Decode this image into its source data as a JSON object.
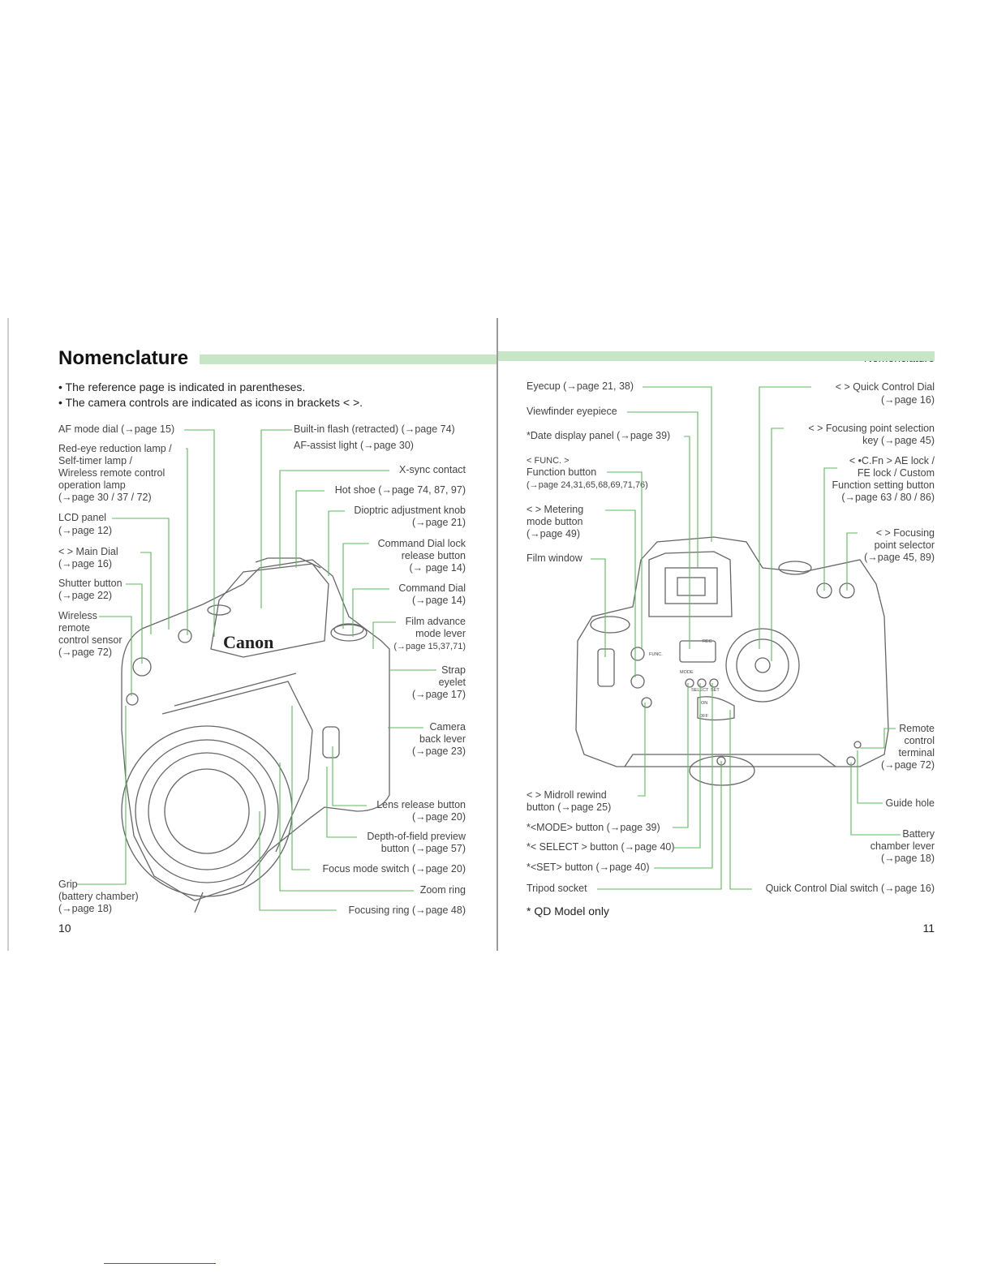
{
  "left_page": {
    "title": "Nomenclature",
    "bullets": [
      "• The reference page is indicated in parentheses.",
      "• The camera controls are indicated as icons in brackets <   >."
    ],
    "labels": {
      "af_mode_dial": "AF mode dial (→page 15)",
      "red_eye_1": "Red-eye reduction lamp /",
      "red_eye_2": "Self-timer lamp /",
      "red_eye_3": "Wireless remote control",
      "red_eye_4": "operation lamp",
      "red_eye_5": "(→page 30 / 37 / 72)",
      "lcd_1": "LCD panel",
      "lcd_2": "(→page 12)",
      "main_dial_1": "< > Main Dial",
      "main_dial_2": "(→page 16)",
      "shutter_1": "Shutter button",
      "shutter_2": "(→page 22)",
      "wireless_1": "Wireless",
      "wireless_2": "remote",
      "wireless_3": "control sensor",
      "wireless_4": "(→page 72)",
      "grip_1": "Grip",
      "grip_2": "(battery chamber)",
      "grip_3": "(→page 18)",
      "flash": "Built-in flash (retracted) (→page 74)",
      "af_assist": "AF-assist light (→page 30)",
      "xsync": "X-sync contact",
      "hotshoe": "Hot shoe (→page 74, 87, 97)",
      "dioptric_1": "Dioptric adjustment knob",
      "dioptric_2": "(→page 21)",
      "cmd_lock_1": "Command Dial lock",
      "cmd_lock_2": "release button",
      "cmd_lock_3": "(→ page 14)",
      "cmd_dial_1": "Command Dial",
      "cmd_dial_2": "(→page 14)",
      "film_adv_1": "Film advance",
      "film_adv_2": "mode lever",
      "film_adv_3": "(→page 15,37,71)",
      "strap_1": "Strap",
      "strap_2": "eyelet",
      "strap_3": "(→page 17)",
      "back_lever_1": "Camera",
      "back_lever_2": "back lever",
      "back_lever_3": "(→page 23)",
      "lens_release_1": "Lens release button",
      "lens_release_2": "(→page 20)",
      "dof_1": "Depth-of-field preview",
      "dof_2": "button (→page 57)",
      "focus_mode": "Focus mode switch (→page 20)",
      "zoom_ring": "Zoom ring",
      "focusing_ring": "Focusing ring (→page 48)"
    },
    "camera_brand": "Canon",
    "page_number": "10"
  },
  "right_page": {
    "header": "Nomenclature",
    "labels": {
      "eyecup": "Eyecup (→page 21, 38)",
      "viewfinder": "Viewfinder eyepiece",
      "date_panel": "*Date display panel (→page 39)",
      "func_1": "< FUNC. >",
      "func_2": "Function button",
      "func_3": "(→page 24,31,65,68,69,71,76)",
      "metering_1": "< > Metering",
      "metering_2": "mode button",
      "metering_3": "(→page 49)",
      "film_window": "Film window",
      "midroll_1": "< > Midroll rewind",
      "midroll_2": "button (→page 25)",
      "mode_btn": "*<MODE> button (→page 39)",
      "select_btn": "*< SELECT > button (→page 40)",
      "set_btn": "*<SET> button (→page 40)",
      "tripod": "Tripod socket",
      "qcd_1": "< > Quick Control Dial",
      "qcd_2": "(→page 16)",
      "fps_key_1": "< > Focusing point selection",
      "fps_key_2": "key (→page 45)",
      "ae_lock_1": "< •C.Fn > AE lock /",
      "ae_lock_2": "FE lock / Custom",
      "ae_lock_3": "Function setting button",
      "ae_lock_4": "(→page 63 / 80 / 86)",
      "fp_sel_1": "< > Focusing",
      "fp_sel_2": "point selector",
      "fp_sel_3": "(→page 45, 89)",
      "remote_1": "Remote",
      "remote_2": "control",
      "remote_3": "terminal",
      "remote_4": "(→page 72)",
      "guide_hole": "Guide hole",
      "battery_lever_1": "Battery",
      "battery_lever_2": "chamber lever",
      "battery_lever_3": "(→page 18)",
      "qcd_switch": "Quick Control Dial switch (→page 16)"
    },
    "camera_markings": {
      "func": "FUNC.",
      "rec": "REC",
      "mode": "MODE",
      "select": "SELECT",
      "set": "SET",
      "on": "ON",
      "off": "OFF"
    },
    "footnote": "* QD Model only",
    "page_number": "11"
  },
  "colors": {
    "leader": "#5cb85c",
    "bar": "#c6e6c6",
    "text": "#444444",
    "drawing": "#555555"
  }
}
